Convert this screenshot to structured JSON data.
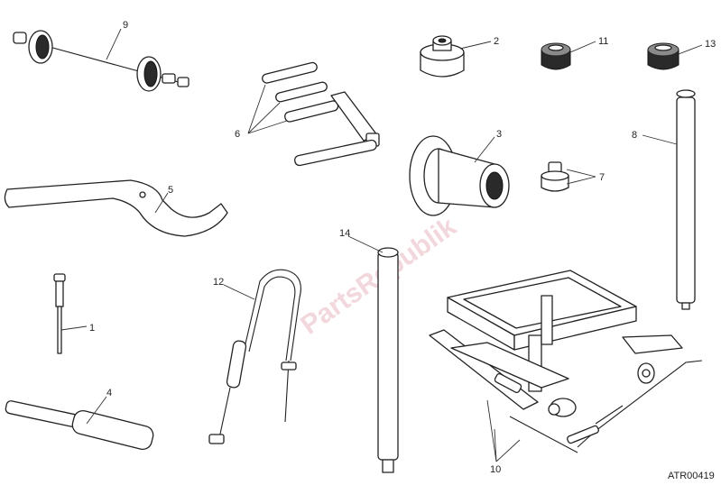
{
  "watermark": "PartsRepublik",
  "drawing_code": "ATR00419",
  "colors": {
    "line": "#222222",
    "watermark": "#e9b8c2",
    "background": "#ffffff"
  },
  "callouts": [
    "1",
    "2",
    "3",
    "4",
    "5",
    "6",
    "7",
    "8",
    "9",
    "10",
    "11",
    "12",
    "13",
    "14"
  ]
}
